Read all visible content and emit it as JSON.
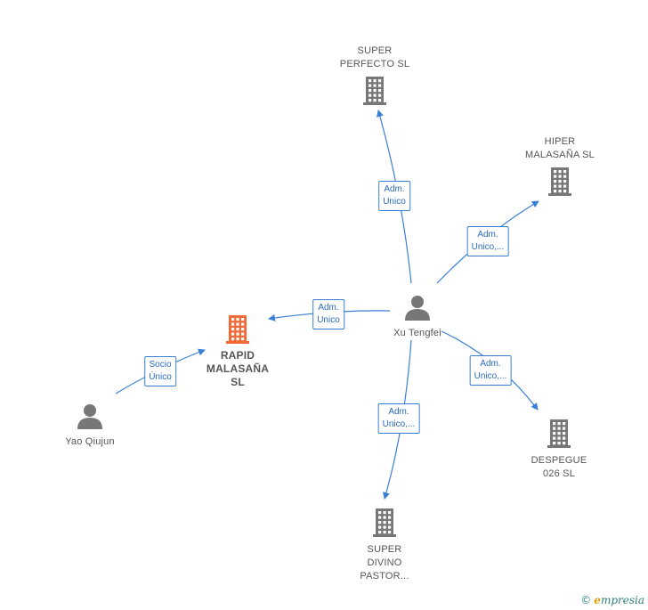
{
  "colors": {
    "edge": "#3a7fd5",
    "icon": "#777777",
    "focus": "#f26a35",
    "edge_text": "#2a6bbf"
  },
  "nodes": [
    {
      "id": "super-perfecto",
      "kind": "company",
      "lines": [
        "SUPER",
        "PERFECTO  SL"
      ]
    },
    {
      "id": "hiper-malasana",
      "kind": "company",
      "lines": [
        "HIPER",
        "MALASAÑA  SL"
      ]
    },
    {
      "id": "rapid-malasana",
      "kind": "focus",
      "lines": [
        "RAPID",
        "MALASAÑA",
        "SL"
      ]
    },
    {
      "id": "xu-tengfei",
      "kind": "person",
      "lines": [
        "Xu Tengfei"
      ]
    },
    {
      "id": "yao-qiujun",
      "kind": "person",
      "lines": [
        "Yao Qiujun"
      ]
    },
    {
      "id": "despegue",
      "kind": "company",
      "lines": [
        "DESPEGUE",
        "026 SL"
      ]
    },
    {
      "id": "super-divino",
      "kind": "company",
      "lines": [
        "SUPER",
        "DIVINO",
        "PASTOR..."
      ]
    }
  ],
  "edges": [
    {
      "from": "xu-tengfei",
      "to": "super-perfecto",
      "lines": [
        "Adm.",
        "Unico"
      ]
    },
    {
      "from": "xu-tengfei",
      "to": "hiper-malasana",
      "lines": [
        "Adm.",
        "Unico,..."
      ]
    },
    {
      "from": "xu-tengfei",
      "to": "rapid-malasana",
      "lines": [
        "Adm.",
        "Unico"
      ]
    },
    {
      "from": "xu-tengfei",
      "to": "despegue",
      "lines": [
        "Adm.",
        "Unico,..."
      ]
    },
    {
      "from": "xu-tengfei",
      "to": "super-divino",
      "lines": [
        "Adm.",
        "Unico,..."
      ]
    },
    {
      "from": "yao-qiujun",
      "to": "rapid-malasana",
      "lines": [
        "Socio",
        "Único"
      ]
    }
  ],
  "footer": {
    "copyright": "©",
    "brand_initial": "e",
    "brand_rest": "mpresia"
  }
}
